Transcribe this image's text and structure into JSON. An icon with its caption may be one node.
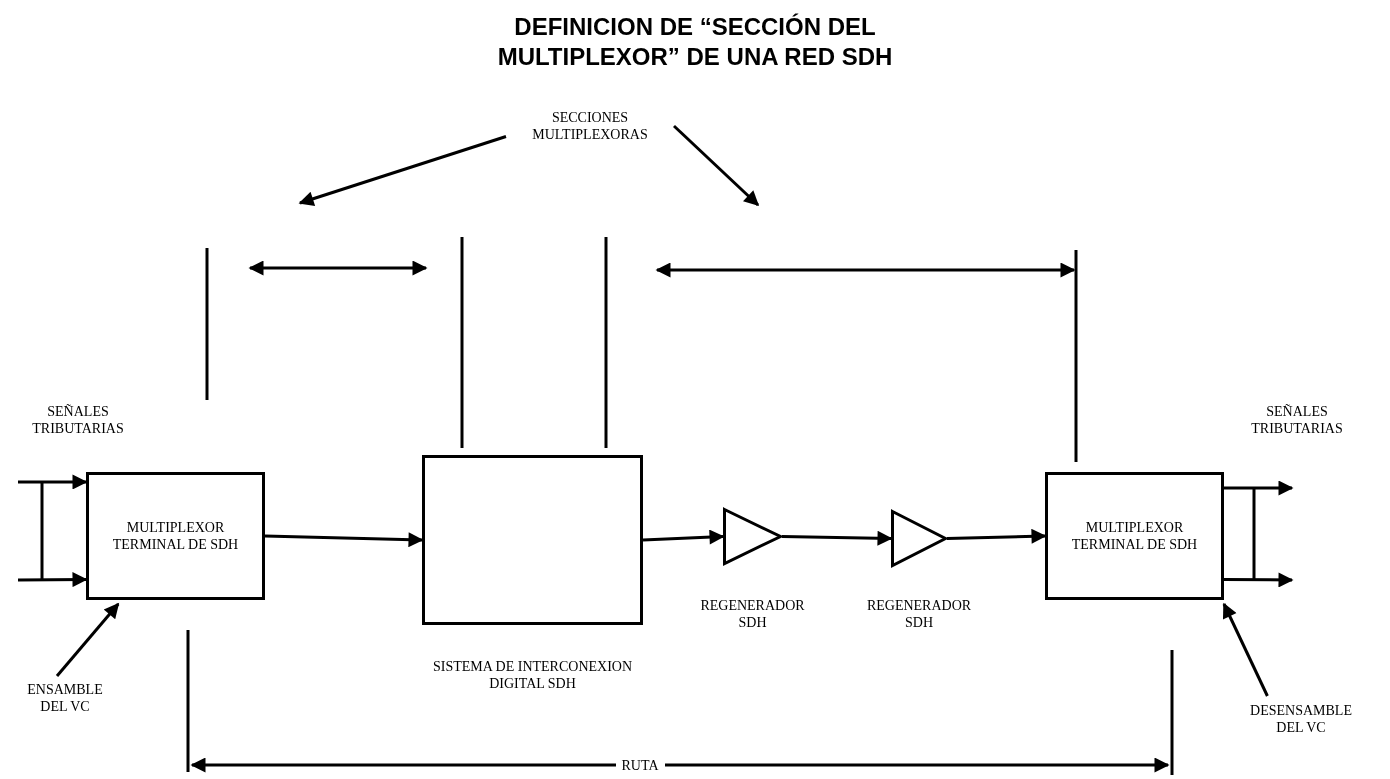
{
  "diagram": {
    "title": "DEFINICION DE “SECCIÓN DEL MULTIPLEXOR” DE UNA RED SDH",
    "nodes": [
      {
        "text": [
          "MULTIPLEXOR TERMINAL DE SDH"
        ]
      },
      {
        "text": [],
        "shape": "box",
        "beside": [
          "SISTEMA DE INTERCONEXION DIGITAL SDH"
        ]
      },
      {
        "text": [],
        "shape": "triangle",
        "beside": [
          "REGENERADOR SDH"
        ]
      },
      {
        "text": [],
        "shape": "triangle",
        "beside": [
          "REGENERADOR SDH"
        ]
      },
      {
        "text": [
          "MULTIPLEXOR TERMINAL DE SDH"
        ]
      },
      {
        "text": [
          "ENSAMBLE DEL VC"
        ]
      },
      {
        "text": [
          "DESENSAMBLE DEL VC"
        ]
      },
      {
        "text": [
          "SECCIONES MULTIPLEXORAS"
        ]
      }
    ],
    "edges": [
      {
        "from": 0,
        "to": 1,
        "arrow": "to"
      },
      {
        "from": 1,
        "to": 2,
        "arrow": "to"
      },
      {
        "from": 2,
        "to": 3,
        "arrow": "to"
      },
      {
        "from": 3,
        "to": 4,
        "arrow": "to"
      },
      {
        "from": null,
        "to": 0,
        "arrow": "to"
      },
      {
        "from": null,
        "to": 0,
        "arrow": "to"
      },
      {
        "from": 4,
        "to": null,
        "arrow": "to"
      },
      {
        "from": 4,
        "to": null,
        "arrow": "to"
      },
      {
        "from": 5,
        "to": 0,
        "arrow": "to"
      },
      {
        "from": 6,
        "to": 4,
        "arrow": "to"
      },
      {
        "from": 7,
        "to": null,
        "arrow": "to"
      },
      {
        "from": 7,
        "to": null,
        "arrow": "to"
      }
    ],
    "labels": [
      "SEÑALES TRIBUTARIAS",
      "SEÑALES TRIBUTARIAS",
      "RUTA"
    ]
  }
}
